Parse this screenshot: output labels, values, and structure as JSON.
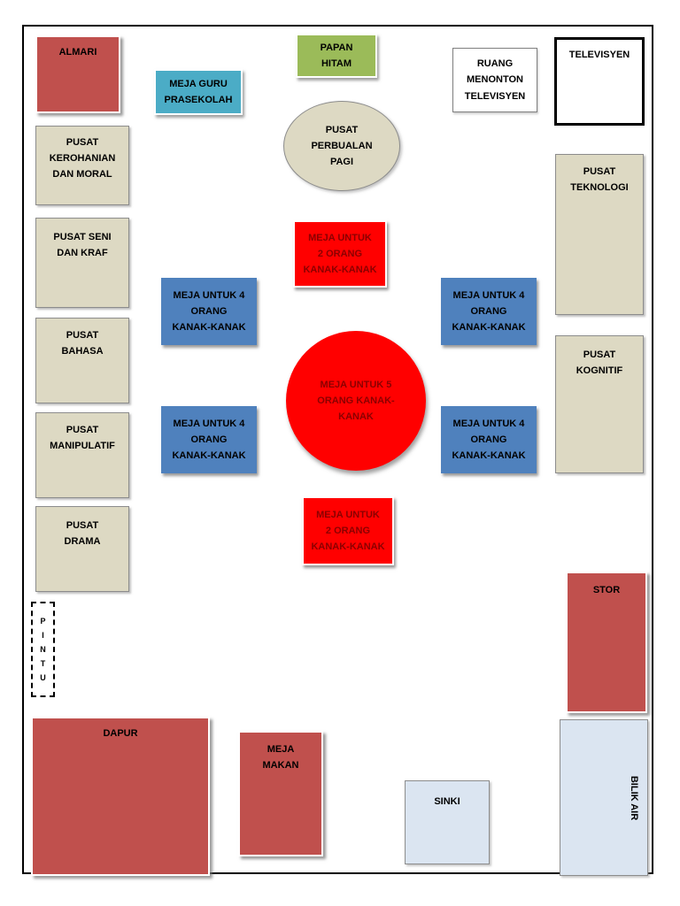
{
  "colors": {
    "wall": "#000000",
    "centre_fill": "#ddd9c3",
    "table_red": "#ff0000",
    "table_red_text": "#8b0000",
    "table_blue": "#4f81bd",
    "teacher_desk_teal": "#4bacc6",
    "blackboard_green": "#9bbb59",
    "furniture_maroon": "#c0504d",
    "wet_area_blue": "#dbe5f1"
  },
  "areas": {
    "almari": {
      "label": "ALMARI"
    },
    "meja_guru": {
      "label": "MEJA GURU\nPRASEKOLAH"
    },
    "papan_hitam": {
      "label": "PAPAN\nHITAM"
    },
    "ruang_tv": {
      "label": "RUANG\nMENONTON\nTELEVISYEN"
    },
    "televisyen": {
      "label": "TELEVISYEN"
    },
    "pusat_kerohanian": {
      "label": "PUSAT\nKEROHANIAN\nDAN MORAL"
    },
    "pusat_perbualan": {
      "label": "PUSAT\nPERBUALAN\nPAGI"
    },
    "pusat_teknologi": {
      "label": "PUSAT\nTEKNOLOGI"
    },
    "pusat_seni": {
      "label": "PUSAT SENI\nDAN KRAF"
    },
    "meja_2_orang_atas": {
      "label": "MEJA UNTUK\n2 ORANG\nKANAK-KANAK"
    },
    "meja_4_orang_kiri_atas": {
      "label": "MEJA UNTUK 4\nORANG\nKANAK-KANAK"
    },
    "meja_4_orang_kanan_atas": {
      "label": "MEJA UNTUK 4\nORANG\nKANAK-KANAK"
    },
    "pusat_bahasa": {
      "label": "PUSAT\nBAHASA"
    },
    "meja_5_orang": {
      "label": "MEJA UNTUK 5\nORANG KANAK-\nKANAK"
    },
    "pusat_kognitif": {
      "label": "PUSAT\nKOGNITIF"
    },
    "meja_4_orang_kiri_bawah": {
      "label": "MEJA UNTUK 4\nORANG\nKANAK-KANAK"
    },
    "meja_4_orang_kanan_bawah": {
      "label": "MEJA UNTUK 4\nORANG\nKANAK-KANAK"
    },
    "pusat_manipulatif": {
      "label": "PUSAT\nMANIPULATIF"
    },
    "pusat_drama": {
      "label": "PUSAT\nDRAMA"
    },
    "meja_2_orang_bawah": {
      "label": "MEJA UNTUK\n2 ORANG\nKANAK-KANAK"
    },
    "stor": {
      "label": "STOR"
    },
    "pintu": {
      "label": "P\nI\nN\nT\nU"
    },
    "dapur": {
      "label": "DAPUR"
    },
    "meja_makan": {
      "label": "MEJA\nMAKAN"
    },
    "sinki": {
      "label": "SINKI"
    },
    "bilik_air": {
      "label": "BILIK AIR"
    }
  }
}
